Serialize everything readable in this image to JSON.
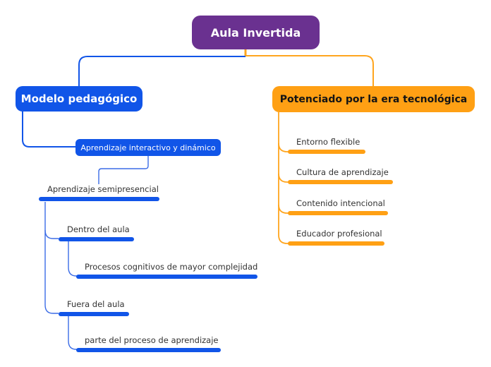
{
  "title": "Aula Invertida",
  "colors": {
    "root_bg": "#6a3190",
    "blue": "#1155e8",
    "blue_line": "#3b6ce6",
    "orange": "#ffa014",
    "orange_line": "#ffa51e",
    "text_dark": "#333333"
  },
  "root": {
    "label": "Aula Invertida"
  },
  "branches": {
    "left": {
      "label": "Modelo pedagógico",
      "child": {
        "label": "Aprendizaje interactivo y dinámico",
        "child": {
          "label": "Aprendizaje semipresencial",
          "children": [
            {
              "label": "Dentro del aula",
              "child": {
                "label": "Procesos cognitivos de mayor complejidad"
              }
            },
            {
              "label": "Fuera del aula",
              "child": {
                "label": "parte del proceso de aprendizaje"
              }
            }
          ]
        }
      }
    },
    "right": {
      "label": "Potenciado por la era tecnológica",
      "children": [
        {
          "label": "Entorno flexible"
        },
        {
          "label": "Cultura de aprendizaje"
        },
        {
          "label": "Contenido intencional"
        },
        {
          "label": "Educador profesional"
        }
      ]
    }
  }
}
